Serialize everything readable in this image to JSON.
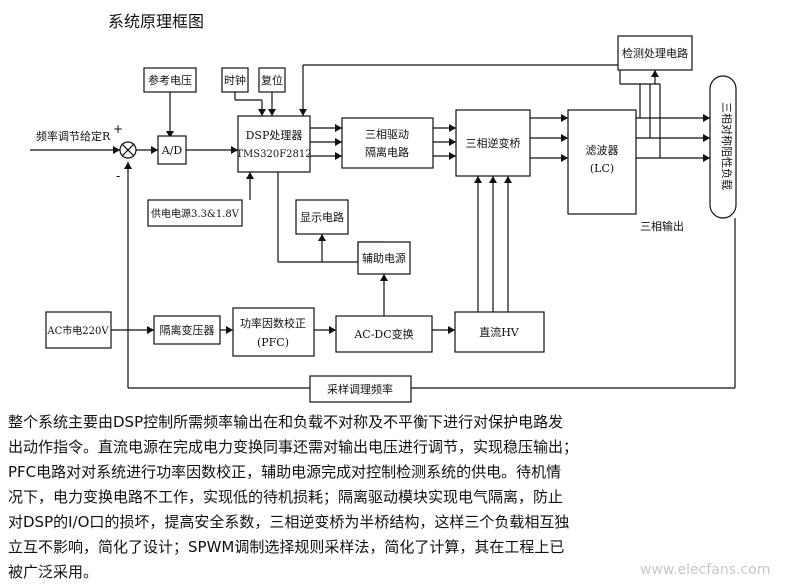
{
  "title": "系统原理框图",
  "blocks": {
    "ref_voltage": "参考电压",
    "clock": "时钟",
    "reset": "复位",
    "detect": "检测处理电路",
    "ad": "A/D",
    "dsp_line1": "DSP处理器",
    "dsp_line2": "TMS320F2812",
    "driver_line1": "三相驱动",
    "driver_line2": "隔离电路",
    "inverter": "三相逆变桥",
    "filter_line1": "滤波器",
    "filter_line2": "(LC)",
    "load": "三相对称阻性负载",
    "supply": "供电电源3.3&1.8V",
    "display": "显示电路",
    "aux_power": "辅助电源",
    "ac_mains": "AC市电220V",
    "iso_trans": "隔离变压器",
    "pfc_line1": "功率因数校正",
    "pfc_line2": "(PFC)",
    "acdc": "AC-DC变换",
    "dc": "直流HV",
    "sample": "采样调理频率"
  },
  "labels": {
    "freq_input": "频率调节给定R",
    "plus": "+",
    "minus": "-",
    "three_phase_out": "三相输出"
  },
  "description": [
    "整个系统主要由DSP控制所需频率输出在和负载不对称及不平衡下进行对保护电路发",
    "出动作指令。直流电源在完成电力变换同事还需对输出电压进行调节，实现稳压输出；",
    "PFC电路对对系统进行功率因数校正，辅助电源完成对控制检测系统的供电。待机情",
    "况下，电力变换电路不工作，实现低的待机损耗；隔离驱动模块实现电气隔离，防止",
    "对DSP的I/O口的损坏，提高安全系数，三相逆变桥为半桥结构，这样三个负载相互独",
    "立互不影响，简化了设计；SPWM调制选择规则采样法，简化了计算，其在工程上已",
    "被广泛采用。"
  ],
  "watermark": "www.elecfans.com"
}
